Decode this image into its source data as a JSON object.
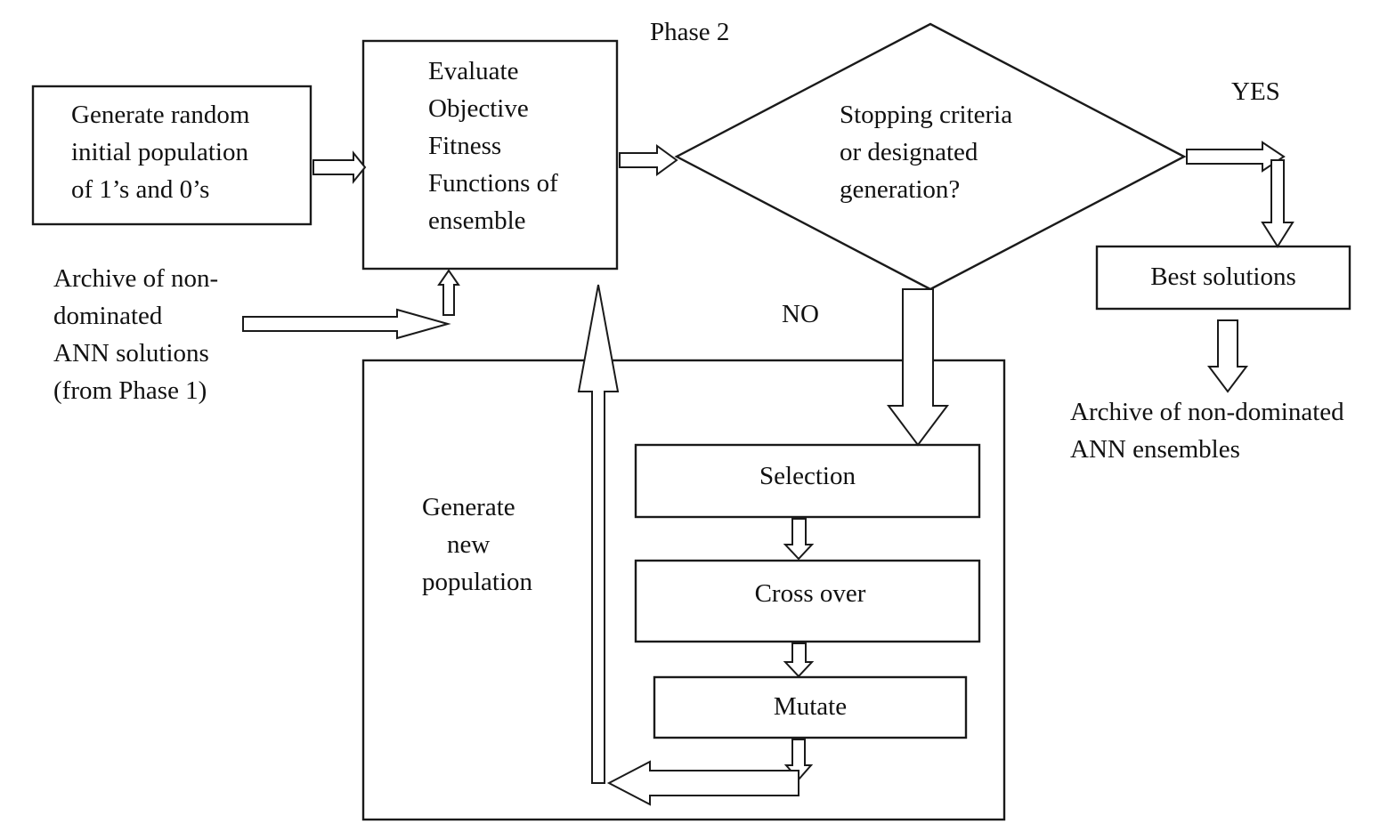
{
  "phase_label": "Phase 2",
  "nodes": {
    "generate_random": [
      "Generate random",
      "initial population",
      "of 1’s and 0’s"
    ],
    "evaluate": [
      "Evaluate",
      "Objective",
      "Fitness",
      "Functions of",
      "ensemble"
    ],
    "archive_input": [
      "Archive of non-",
      "dominated",
      "ANN solutions",
      "(from Phase 1)"
    ],
    "decision": [
      "Stopping criteria",
      "or designated",
      "generation?"
    ],
    "best_solutions": "Best solutions",
    "archive_output": [
      "Archive of non-dominated",
      "ANN ensembles"
    ],
    "generate_new": [
      "Generate",
      "new",
      "population"
    ],
    "selection": "Selection",
    "cross_over": "Cross over",
    "mutate": "Mutate"
  },
  "edge_labels": {
    "yes": "YES",
    "no": "NO"
  }
}
